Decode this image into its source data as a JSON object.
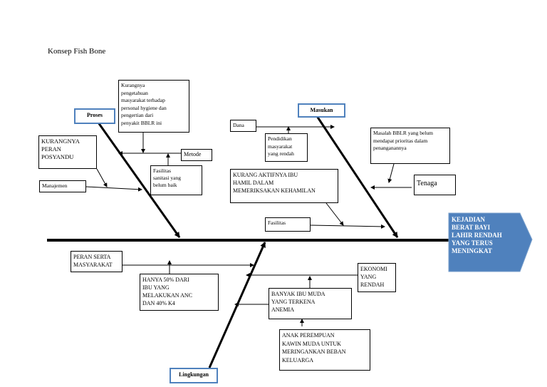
{
  "title": "Konsep Fish Bone",
  "effect": "KEJADIAN\nBERAT BAYI\nLAHIR RENDAH\nYANG TERUS\nMENINGKAT",
  "categories": {
    "proses": "Proses",
    "masukan": "Masukan",
    "lingkungan": "Lingkungan"
  },
  "causes": {
    "kurangnya_pengetahuan": "Kurangnya\npengetahuan\nmasyarakat terhadap\npersonal hygiene dan\npengertian dari\npenyakit BBLR ini",
    "kurangnya_peran_posyandu": "KURANGNYA\nPERAN\nPOSYANDU",
    "metode": "Metode",
    "fasilitas_sanitasi": "Fasilitas\nsanitasi yang\nbelum baik",
    "manajemen": "Manajemen",
    "dana": "Dana",
    "pendidikan": "Pendidikan\nmasyarakat\nyang rendah",
    "masalah_bblr": "Masalah BBLR yang belum\nmendapat prioritas dalam\npenanganannya",
    "kurang_aktif": "KURANG AKTIFNYA IBU\nHAMIL DALAM\nMEMERIKSAKAN KEHAMILAN",
    "tenaga": "Tenaga",
    "fasilitas": "Fasilitas",
    "peran_serta": "PERAN SERTA\nMASYARAKAT",
    "hanya_50": "HANYA 50% DARI\nIBU YANG\nMELAKUKAN ANC\nDAN 40% K4",
    "ekonomi": "EKONOMI\nYANG\nRENDAH",
    "banyak_ibu_muda": "BANYAK IBU MUDA\nYANG TERKENA\nANEMIA",
    "anak_perempuan": "ANAK PEREMPUAN\nKAWIN MUDA UNTUK\nMERINGANKAN BEBAN\nKELUARGA"
  },
  "colors": {
    "head_fill": "#4f81bd",
    "category_border": "#4f81bd",
    "line": "#000000"
  }
}
